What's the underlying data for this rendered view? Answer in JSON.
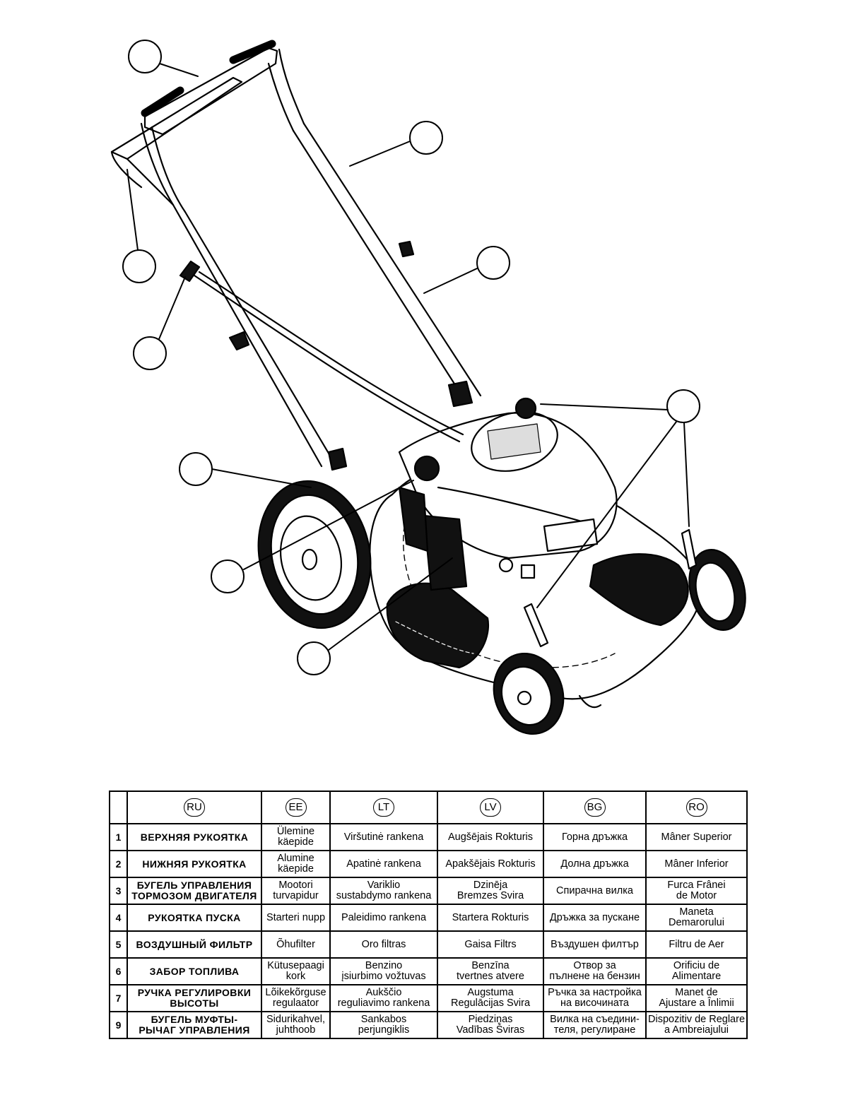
{
  "table": {
    "languages": [
      {
        "code": "RU",
        "name": "russian"
      },
      {
        "code": "EE",
        "name": "estonian"
      },
      {
        "code": "LT",
        "name": "lithuanian"
      },
      {
        "code": "LV",
        "name": "latvian"
      },
      {
        "code": "BG",
        "name": "bulgarian"
      },
      {
        "code": "RO",
        "name": "romanian"
      }
    ],
    "rows": [
      {
        "num": "1",
        "cells": [
          "ВЕРХНЯЯ РУКОЯТКА",
          "Ülemine\nkäepide",
          "Viršutinė rankena",
          "Augšējais Rokturis",
          "Горна дръжка",
          "Mâner Superior"
        ]
      },
      {
        "num": "2",
        "cells": [
          "НИЖНЯЯ РУКОЯТКА",
          "Alumine\nkäepide",
          "Apatinė rankena",
          "Apakšējais Rokturis",
          "Долна дръжка",
          "Mâner Inferior"
        ]
      },
      {
        "num": "3",
        "cells": [
          "БУГЕЛЬ УПРАВЛЕНИЯ\nТОРМОЗОМ ДВИГАТЕЛЯ",
          "Mootori\nturvapidur",
          "Variklio\nsustabdymo rankena",
          "Dzinēja\nBremzes Svira",
          "Спирачна вилка",
          "Furca Frânei\nde Motor"
        ]
      },
      {
        "num": "4",
        "cells": [
          "РУКОЯТКА ПУСКА",
          "Starteri nupp",
          "Paleidimo rankena",
          "Startera Rokturis",
          "Дръжка за пускане",
          "Maneta\nDemarorului"
        ]
      },
      {
        "num": "5",
        "cells": [
          "ВОЗДУШНЫЙ ФИЛЬТР",
          "Õhufilter",
          "Oro filtras",
          "Gaisa Filtrs",
          "Въздушен филтър",
          "Filtru de Aer"
        ]
      },
      {
        "num": "6",
        "cells": [
          "ЗАБОР ТОПЛИВА",
          "Kütusepaagi\nkork",
          "Benzino\nįsiurbimo vožtuvas",
          "Benzīna\ntvertnes atvere",
          "Отвор за\nпълнене на бензин",
          "Orificiu de\nAlimentare"
        ]
      },
      {
        "num": "7",
        "cells": [
          "РУЧКА РЕГУЛИРОВКИ\nВЫСОТЫ",
          "Lõikekõrguse\nregulaator",
          "Aukščio\nreguliavimo rankena",
          "Augstuma\nRegulācijas Svira",
          "Ръчка за настройка\nна височината",
          "Manet de\nAjustare a Înlimii"
        ]
      },
      {
        "num": "9",
        "cells": [
          "БУГЕЛЬ МУФТЫ-\nРЫЧАГ УПРАВЛЕНИЯ",
          "Sidurikahvel,\njuhthoob",
          "Sankabos\nperjungiklis",
          "Piedziņas\nVadības Šviras",
          "Вилка на съедини-\nтеля, регулиране",
          "Dispozitiv de Reglare\na Ambreiajului"
        ]
      }
    ]
  }
}
